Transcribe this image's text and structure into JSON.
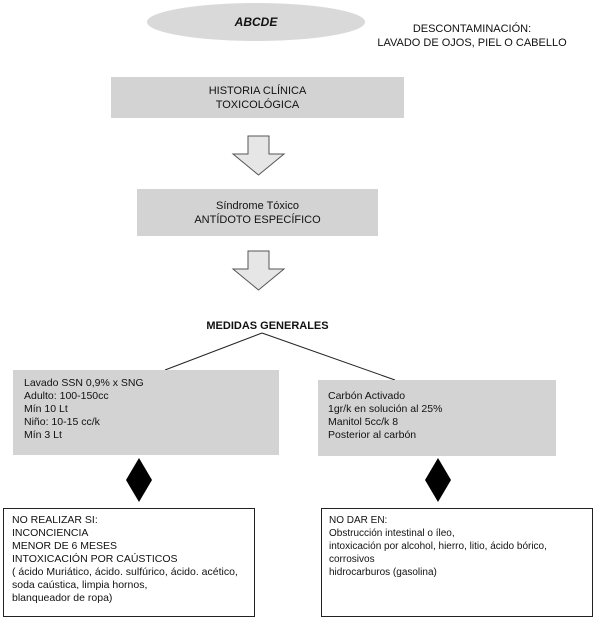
{
  "oval": {
    "label": "ABCDE"
  },
  "decontamination": {
    "line1": "DESCONTAMINACIÓN:",
    "line2": "LAVADO DE OJOS, PIEL O CABELLO"
  },
  "historia": {
    "line1": "HISTORIA CLÍNICA",
    "line2": "TOXICOLÓGICA"
  },
  "sindrome": {
    "line1": "Síndrome Tóxico",
    "line2": "ANTÍDOTO ESPECÍFICO"
  },
  "medidas": {
    "label": "MEDIDAS GENERALES"
  },
  "left_box": {
    "lines": [
      "Lavado SSN 0,9% x SNG",
      "Adulto: 100-150cc",
      "Mín 10 Lt",
      "Niño: 10-15 cc/k",
      "Mín 3 Lt"
    ]
  },
  "right_box": {
    "lines": [
      "Carbón Activado",
      "1gr/k en solución al 25%",
      "Manitol 5cc/k 8",
      "Posterior al  carbón"
    ]
  },
  "left_outcome": {
    "lines": [
      "NO REALIZAR SI:",
      "INCONCIENCIA",
      "MENOR DE 6 MESES",
      "INTOXICACIÓN POR CAÚSTICOS",
      "( ácido Muriático, ácido. sulfúrico, ácido. acético,",
      "soda caústica, limpia hornos,",
      "blanqueador de ropa)"
    ]
  },
  "right_outcome": {
    "lines": [
      "NO DAR EN:",
      "Obstrucción intestinal o íleo,",
      "intoxicación por alcohol, hierro, litio, ácido bórico,",
      "corrosivos",
      "hidrocarburos (gasolina)"
    ]
  },
  "colors": {
    "box_fill": "#d3d3d3",
    "oval_fill": "#d9d9d9",
    "diamond": "#000000"
  }
}
